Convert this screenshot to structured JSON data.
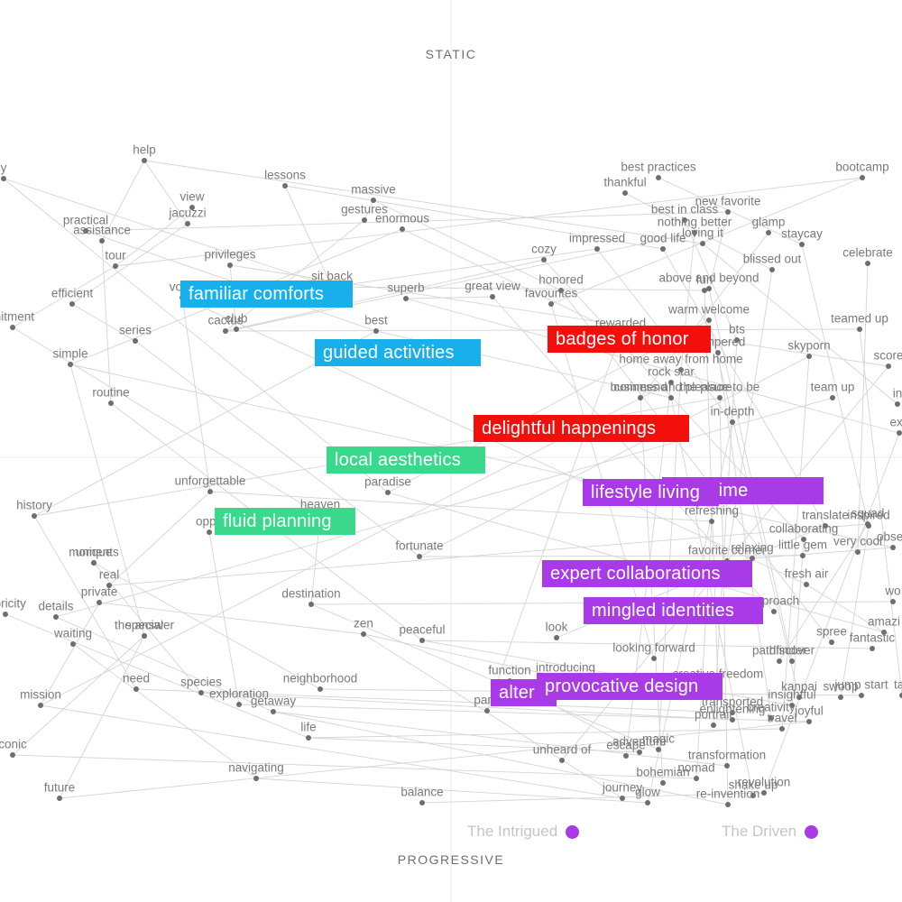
{
  "axes": {
    "top": "STATIC",
    "bottom": "PROGRESSIVE"
  },
  "colors": {
    "blue": "#17b0ec",
    "red": "#f20f0c",
    "green": "#3ad88a",
    "purple": "#a93ae8",
    "edge": "#d4d4d4",
    "dot": "#6e6e6e"
  },
  "legend": [
    {
      "label": "The Intrigued",
      "color": "#a93ae8"
    },
    {
      "label": "The Driven",
      "color": "#a93ae8"
    }
  ],
  "themes": [
    {
      "label": "familiar comforts",
      "color": "blue"
    },
    {
      "label": "guided activities",
      "color": "blue"
    },
    {
      "label": "badges of honor",
      "color": "red"
    },
    {
      "label": "delightful happenings",
      "color": "red"
    },
    {
      "label": "local aesthetics",
      "color": "green"
    },
    {
      "label": "fluid planning",
      "color": "green"
    },
    {
      "label": "izing time",
      "color": "purple"
    },
    {
      "label": "lifestyle living",
      "color": "purple"
    },
    {
      "label": "expert collaborations",
      "color": "purple"
    },
    {
      "label": "mingled identities",
      "color": "purple"
    },
    {
      "label": "alter",
      "color": "purple"
    },
    {
      "label": "provocative design",
      "color": "purple"
    }
  ],
  "words": [
    "y",
    "help",
    "lessons",
    "massive",
    "view",
    "jacuzzi",
    "gestures",
    "enormous",
    "practical",
    "assistance",
    "tour",
    "privileges",
    "sit back",
    "efficient",
    "vouc",
    "superb",
    "mitment",
    "cactus",
    "club",
    "best",
    "series",
    "simple",
    "routine",
    "unforgettable",
    "heaven",
    "paradise",
    "history",
    "oppo",
    "unique",
    "moments",
    "fortunate",
    "real",
    "private",
    "storicity",
    "details",
    "destination",
    "the answer",
    "special",
    "waiting",
    "zen",
    "peaceful",
    "need",
    "species",
    "exploration",
    "neighborhood",
    "getaway",
    "mission",
    "life",
    "conic",
    "navigating",
    "future",
    "balance",
    "best practices",
    "thankful",
    "bootcamp",
    "new favorite",
    "best in class",
    "nothing better",
    "glamp",
    "loving it",
    "impressed",
    "good life",
    "staycay",
    "cozy",
    "blissed out",
    "celebrate",
    "great view",
    "honored",
    "favourites",
    "above and beyond",
    "fun",
    "warm welcome",
    "teamed up",
    "rewarded",
    "bts",
    "pampered",
    "skyporn",
    "home away from home",
    "score",
    "rock star",
    "commend",
    "business and pleasure",
    "the place to be",
    "team up",
    "in",
    "in-depth",
    "exc",
    "refreshing",
    "translate",
    "squad",
    "inspired",
    "collaborating",
    "obses",
    "favorite corner",
    "relaxing",
    "little gem",
    "very cool",
    "fresh air",
    "approach",
    "wo",
    "look",
    "spree",
    "amazi",
    "fantastic",
    "looking forward",
    "pathfinder",
    "discover",
    "introducing",
    "creative freedom",
    "function",
    "kanpai",
    "swoop",
    "jump start",
    "tac",
    "paris",
    "transported",
    "insightful",
    "enlightening",
    "portrait",
    "creativity",
    "travel",
    "joyful",
    "magic",
    "unheard of",
    "adventure",
    "escape",
    "transformation",
    "nomad",
    "bohemian",
    "revolution",
    "journey",
    "glow",
    "shake up",
    "re-invention"
  ]
}
